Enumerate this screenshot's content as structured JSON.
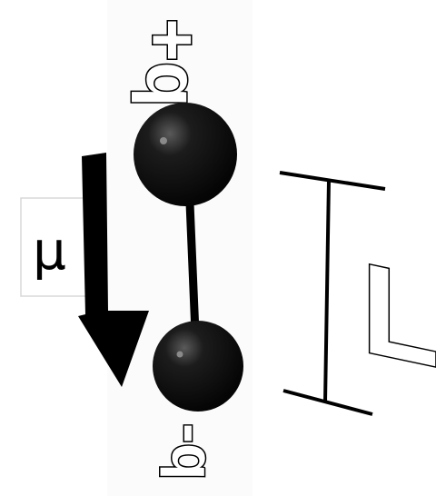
{
  "labels": {
    "positive_charge": "+q",
    "negative_charge": "-q",
    "dipole_moment": "μ",
    "length": "L"
  },
  "colors": {
    "background": "#ffffff",
    "charge_sphere": "#111111",
    "sphere_highlight": "#6a6a6a",
    "arrow": "#000000",
    "box_border": "#d8d8d8"
  }
}
